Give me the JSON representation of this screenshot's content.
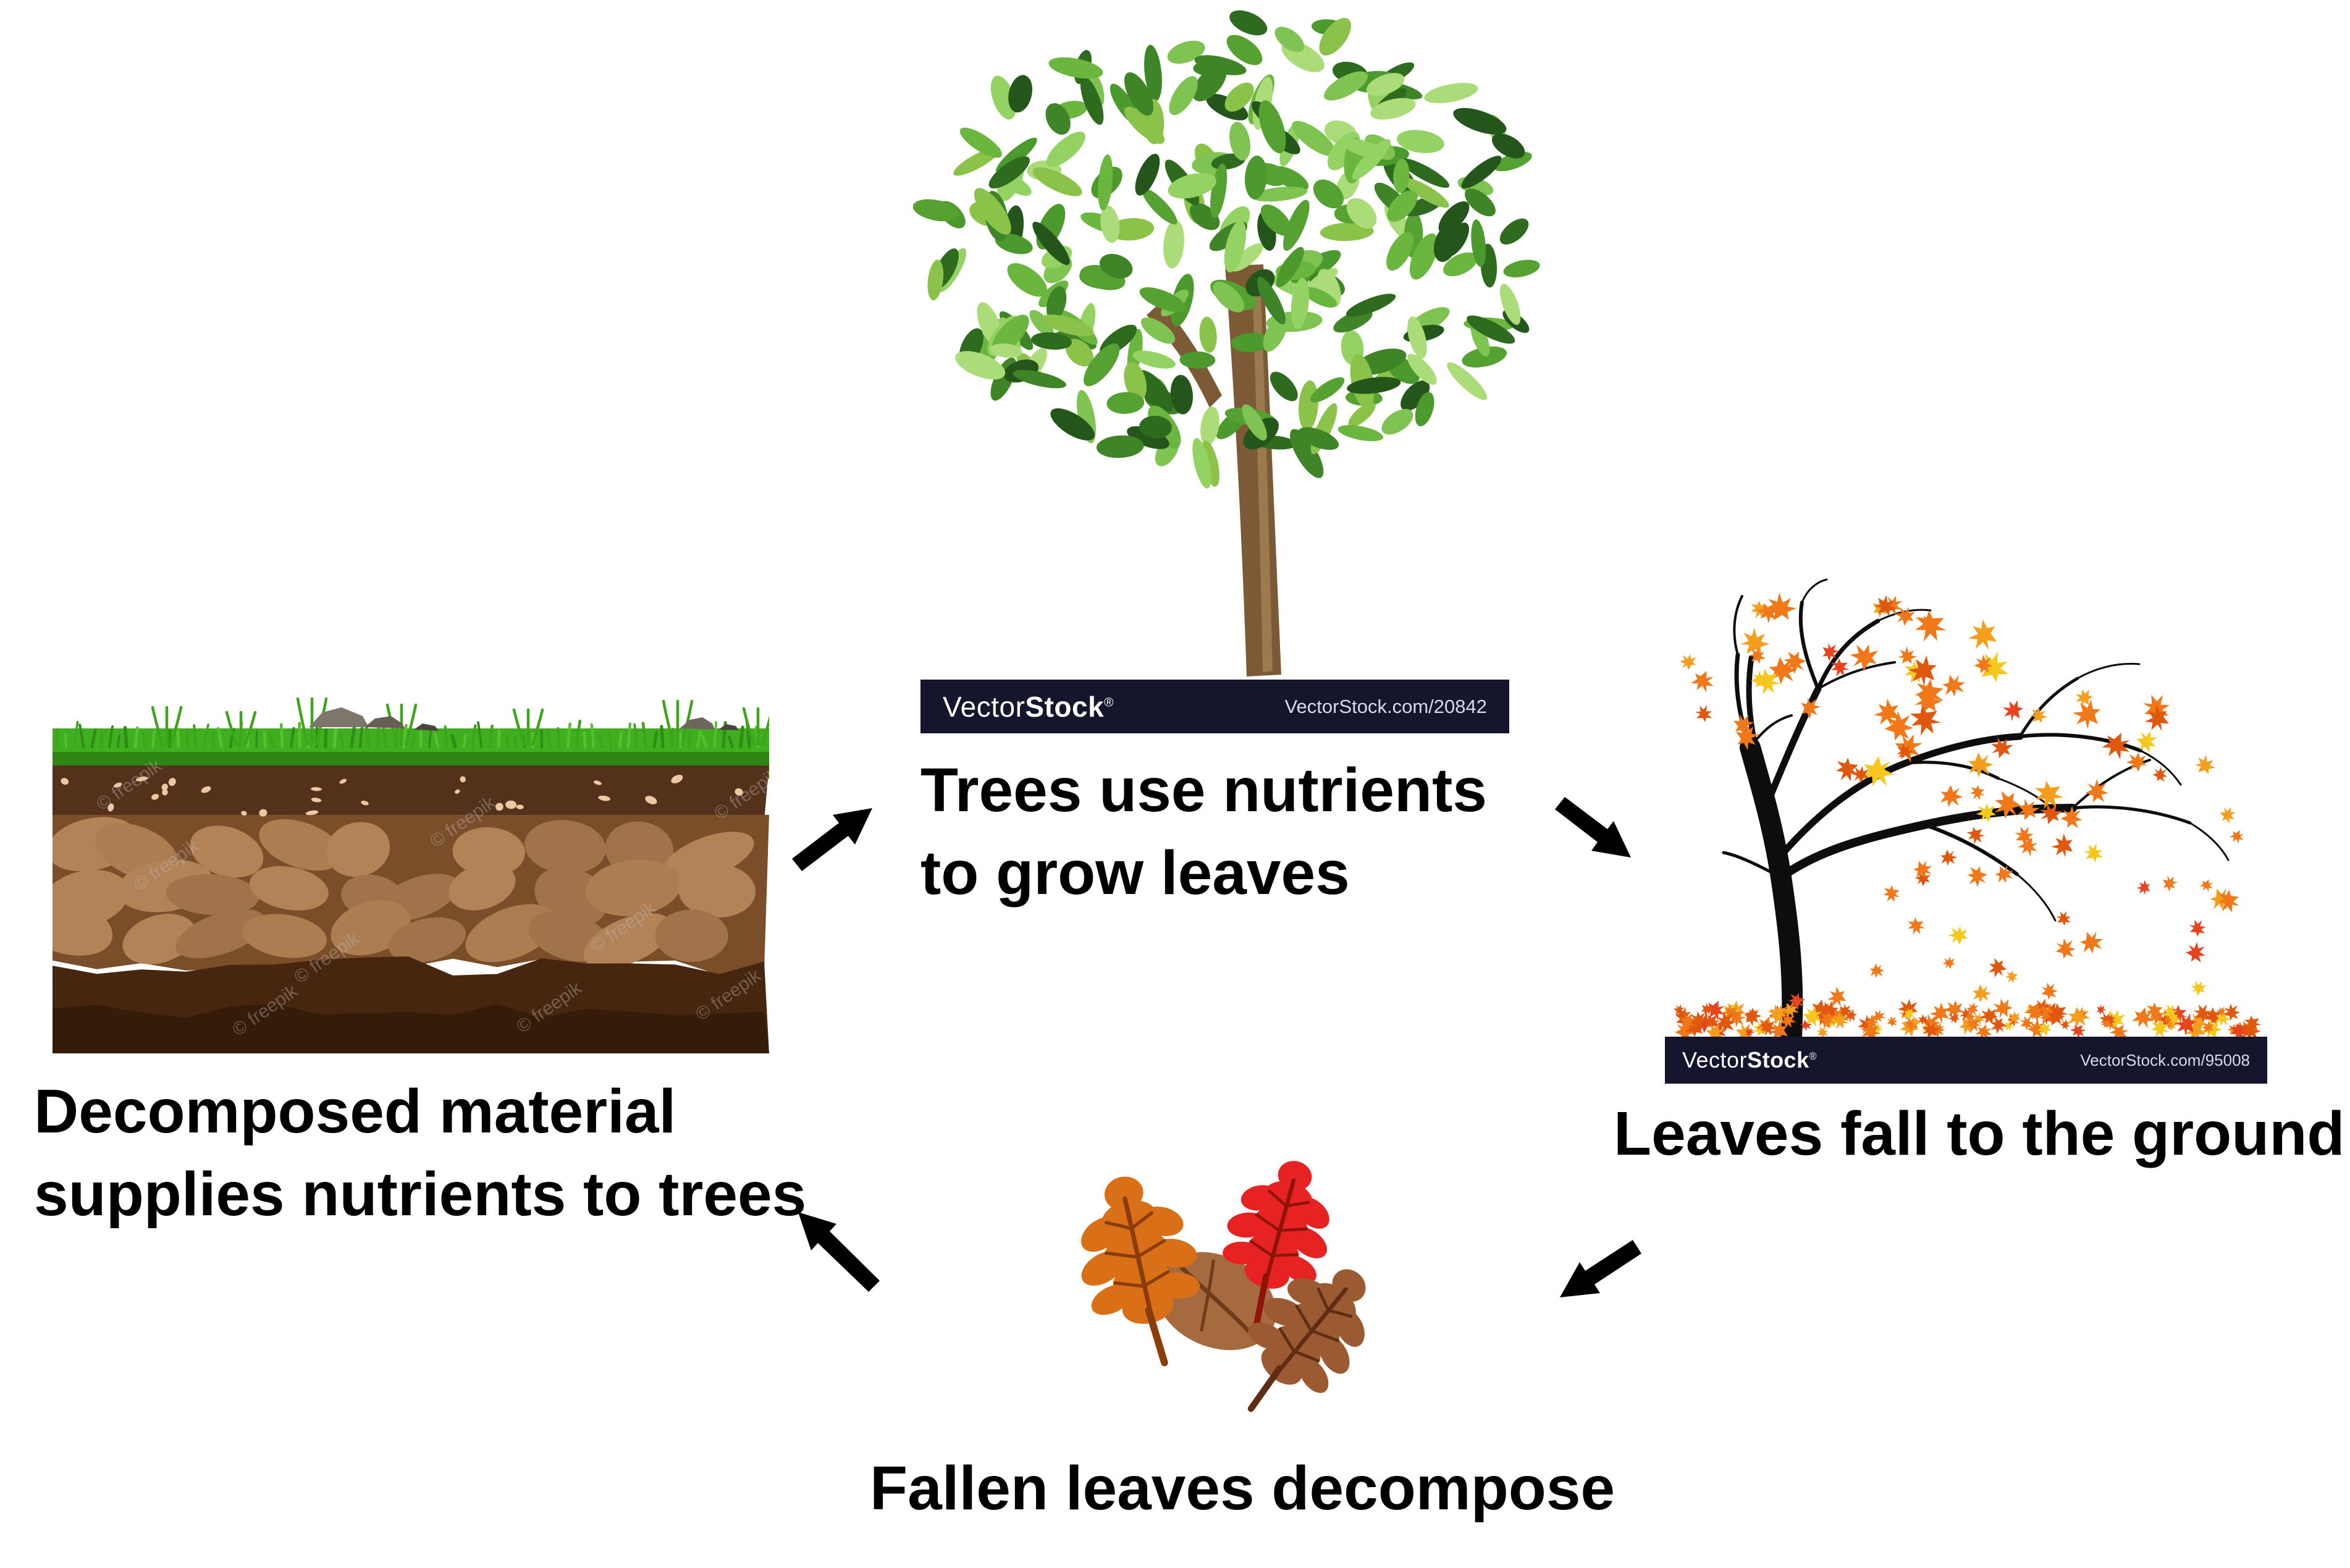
{
  "captions": {
    "grow": {
      "line1": "Trees use nutrients",
      "line2": "to grow leaves"
    },
    "fall": {
      "line1": "Leaves fall to the ground"
    },
    "decompose": {
      "line1": "Fallen leaves decompose"
    },
    "supply": {
      "line1": "Decomposed material",
      "line2": "supplies nutrients to trees"
    }
  },
  "watermarks": {
    "green_tree": {
      "brand_light": "Vector",
      "brand_bold": "Stock",
      "reg": "®",
      "url": "VectorStock.com/20842"
    },
    "autumn_tree": {
      "brand_light": "Vector",
      "brand_bold": "Stock",
      "reg": "®",
      "url": "VectorStock.com/95008"
    },
    "soil": {
      "text": "© freepik"
    }
  },
  "colors": {
    "caption": "#000000",
    "arrow": "#000000",
    "bar_bg": "#15152e",
    "bar_brand": "#ffffff",
    "bar_url": "#d7daea",
    "trunk": "#7c5a36",
    "trunk_highlight": "#9b7a50",
    "autumn_branch": "#0d0d0d",
    "green_palette": [
      "#2f6b1e",
      "#3f8527",
      "#55a233",
      "#6ab63f",
      "#7fc452",
      "#94d264",
      "#abdc79",
      "#4c9a2e",
      "#24551a",
      "#8bc34a"
    ],
    "autumn_palette": [
      "#f07818",
      "#e0570e",
      "#f59d1c",
      "#f6c81d",
      "#e8431f"
    ],
    "soil": {
      "grass": "#3fae1f",
      "grass_dark": "#2e8514",
      "topsoil": "#54311b",
      "mid_bg": "#7a4e28",
      "clods": [
        "#ab7d51",
        "#a1734a",
        "#b28357"
      ],
      "bottom": "#46260e",
      "deep": "#341c08",
      "speckle": "#ecc9a2",
      "blades": [
        "#2f8c17",
        "#3da51c",
        "#57c02e"
      ]
    },
    "oak": {
      "orange": "#d96f16",
      "orange_vein": "#8a3c0a",
      "red": "#e62222",
      "red_vein": "#8f1408",
      "brown": "#9c5a33",
      "brown_vein": "#5e2d14",
      "blob": "#a56a3e",
      "blob_vein": "#6e3c1a"
    }
  }
}
